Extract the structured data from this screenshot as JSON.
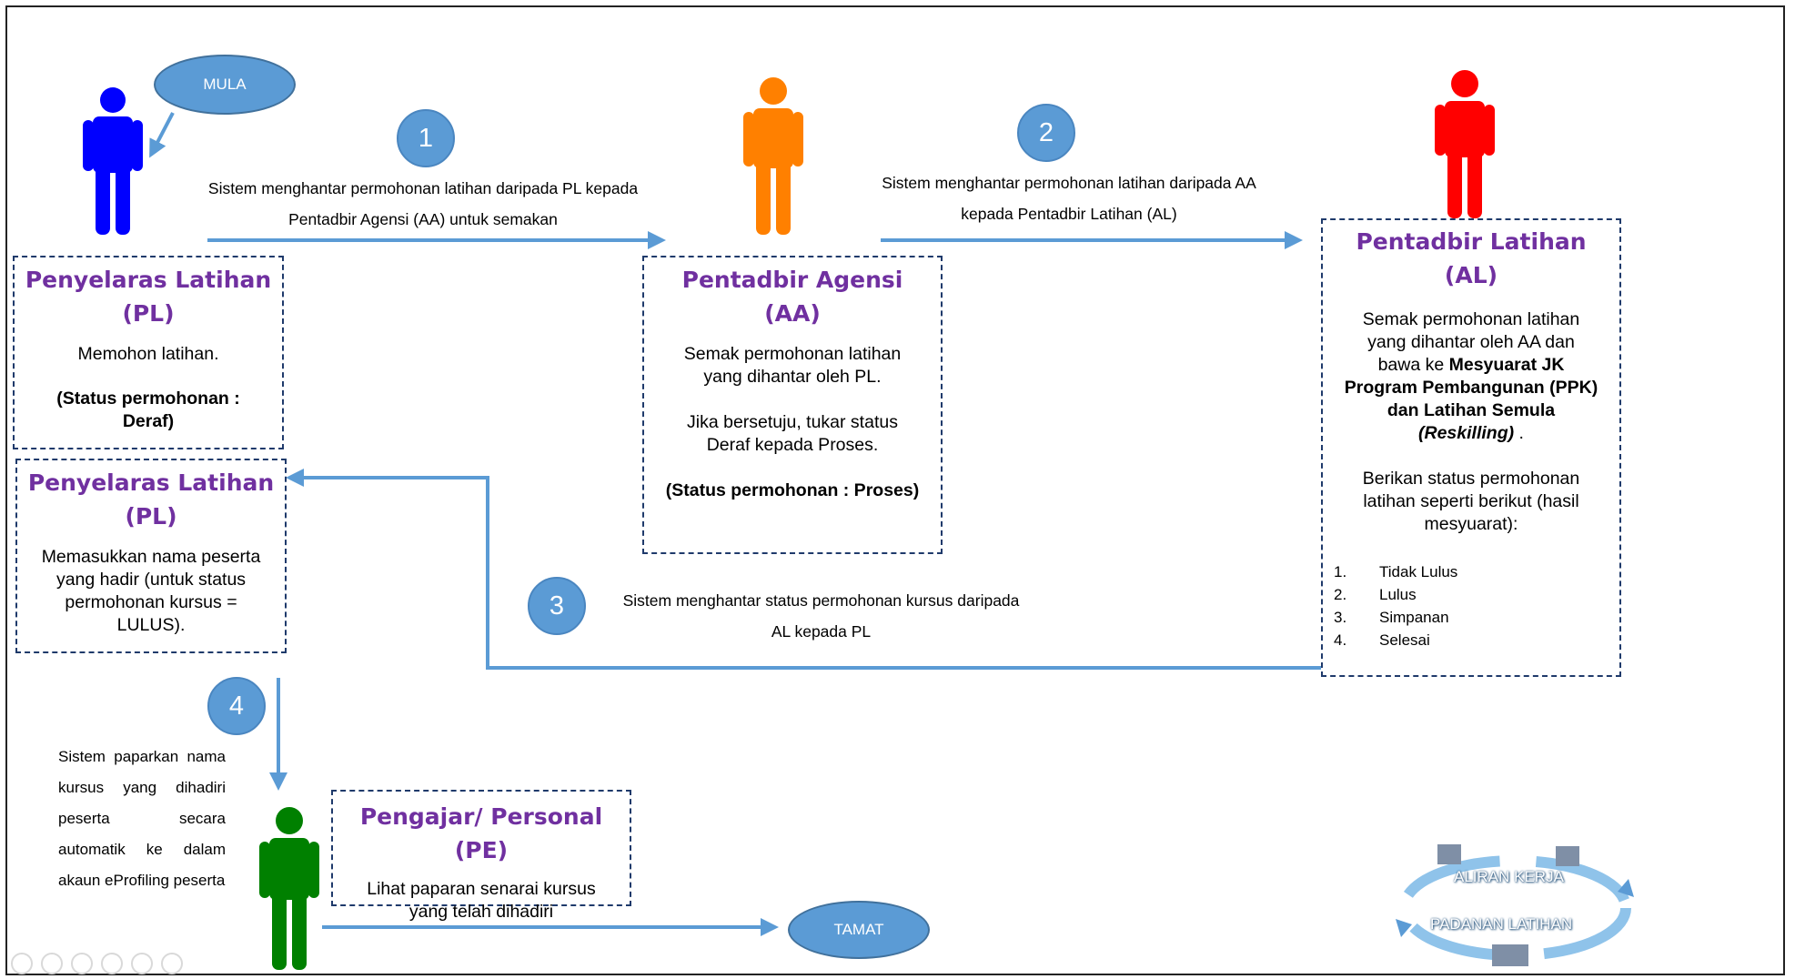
{
  "start": "MULA",
  "end": "TAMAT",
  "steps": {
    "s1": {
      "num": "1",
      "line1": "Sistem menghantar permohonan latihan daripada PL kepada",
      "line2": "Pentadbir Agensi (AA) untuk semakan"
    },
    "s2": {
      "num": "2",
      "line1": "Sistem menghantar permohonan latihan daripada AA",
      "line2": "kepada Pentadbir Latihan (AL)"
    },
    "s3": {
      "num": "3",
      "line1": "Sistem menghantar status permohonan kursus daripada",
      "line2": "AL kepada PL"
    },
    "s4": {
      "num": "4",
      "text": "Sistem paparkan nama kursus yang dihadiri peserta secara automatik ke dalam akaun eProfiling peserta"
    }
  },
  "boxes": {
    "pl1": {
      "title1": "Penyelaras Latihan",
      "title2": "(PL)",
      "body": "Memohon latihan.",
      "status1": "(Status permohonan :",
      "status2": "Deraf)"
    },
    "pl2": {
      "title1": "Penyelaras Latihan",
      "title2": "(PL)",
      "l1": "Memasukkan nama peserta",
      "l2": "yang hadir (untuk status",
      "l3": "permohonan kursus =",
      "l4": "LULUS)."
    },
    "aa": {
      "title1": "Pentadbir Agensi",
      "title2": "(AA)",
      "l1": "Semak permohonan latihan",
      "l2": "yang dihantar oleh PL.",
      "l3": "Jika bersetuju, tukar status",
      "l4": "Deraf kepada Proses.",
      "status": "(Status permohonan : Proses)"
    },
    "al": {
      "title1": "Pentadbir Latihan",
      "title2": "(AL)",
      "l1": "Semak permohonan latihan",
      "l2": "yang dihantar oleh AA dan",
      "l3a": "bawa ke ",
      "l3b": "Mesyuarat JK",
      "l4": "Program Pembangunan (PPK)",
      "l5": "dan Latihan Semula",
      "l6": "(Reskilling)",
      "l6b": "  .",
      "l7": "Berikan status permohonan",
      "l8": "latihan seperti berikut (hasil",
      "l9": "mesyuarat):",
      "options": [
        {
          "n": "1.",
          "t": "Tidak Lulus"
        },
        {
          "n": "2.",
          "t": "Lulus"
        },
        {
          "n": "3.",
          "t": "Simpanan"
        },
        {
          "n": "4.",
          "t": "Selesai"
        }
      ]
    },
    "pe": {
      "title": "Pengajar/ Personal (PE)",
      "l1": "Lihat paparan senarai kursus",
      "l2": "yang telah dihadiri"
    }
  },
  "logo": {
    "line1": "ALIRAN KERJA",
    "line2": "PADANAN LATIHAN"
  },
  "colors": {
    "pl": "#0000ff",
    "aa": "#ff8000",
    "al": "#ff0000",
    "pe": "#008000",
    "accent": "#5b9bd5",
    "title": "#7030a0"
  }
}
